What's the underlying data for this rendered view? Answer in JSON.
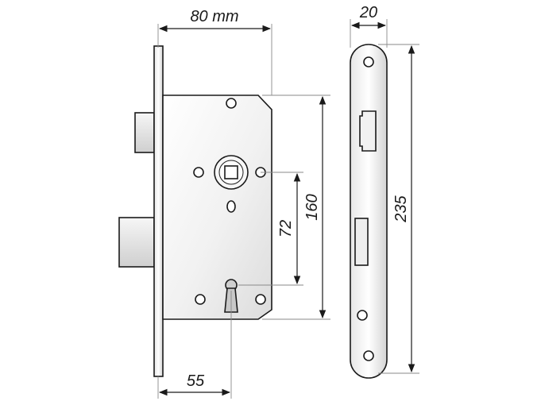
{
  "dimensions": {
    "width_label": "80 mm",
    "faceplate_width_label": "20",
    "height_label": "160",
    "faceplate_height_label": "235",
    "spacing_label": "72",
    "backset_label": "55"
  }
}
